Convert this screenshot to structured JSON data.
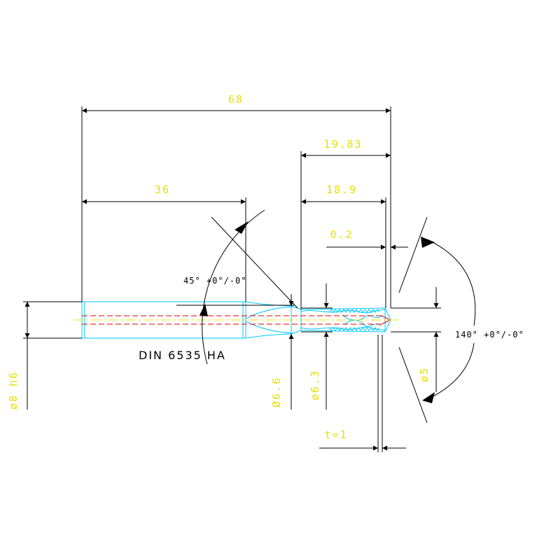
{
  "drawing": {
    "designation": "DIN 6535 HA",
    "colors": {
      "dimension_text": "#e8e000",
      "tool_outline": "#00c8ff",
      "coolant_channel": "#e00000",
      "dimension_line": "#000000"
    },
    "dimensions": {
      "overall_length": "68",
      "shank_length": "36",
      "length_19_83": "19.83",
      "length_18_9": "18.9",
      "length_0_2": "0.2",
      "shank_diameter": "ø8 h6",
      "diameter_6_6": "Ø6.6",
      "diameter_6_3": "ø6.3",
      "diameter_5": "ø5",
      "t_value": "t=1"
    },
    "angles": {
      "chamfer_angle": "45° +0°/-0°",
      "point_angle": "140° +0°/-0°"
    }
  }
}
